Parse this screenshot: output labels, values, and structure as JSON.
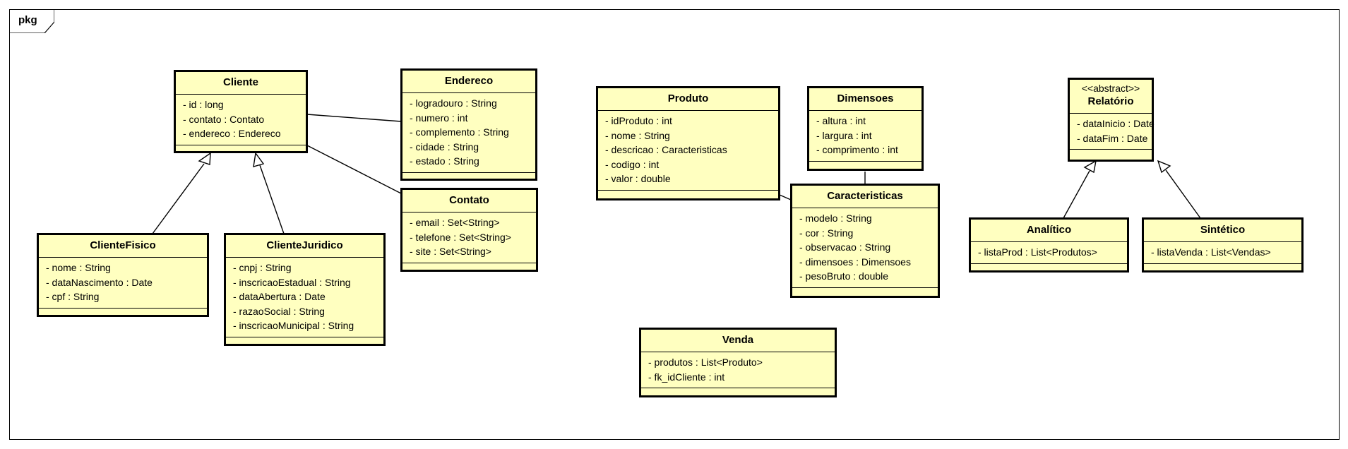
{
  "package": {
    "label": "pkg"
  },
  "classes": {
    "cliente": {
      "name": "Cliente",
      "attributes": [
        "- id : long",
        "- contato : Contato",
        "- endereco : Endereco"
      ]
    },
    "endereco": {
      "name": "Endereco",
      "attributes": [
        "- logradouro : String",
        "- numero : int",
        "- complemento : String",
        "- cidade : String",
        "- estado : String"
      ]
    },
    "contato": {
      "name": "Contato",
      "attributes": [
        "- email : Set<String>",
        "- telefone : Set<String>",
        "- site : Set<String>"
      ]
    },
    "clienteFisico": {
      "name": "ClienteFisico",
      "attributes": [
        "- nome : String",
        "- dataNascimento : Date",
        "- cpf : String"
      ]
    },
    "clienteJuridico": {
      "name": "ClienteJuridico",
      "attributes": [
        "- cnpj : String",
        "- inscricaoEstadual : String",
        "- dataAbertura : Date",
        "- razaoSocial : String",
        "- inscricaoMunicipal : String"
      ]
    },
    "produto": {
      "name": "Produto",
      "attributes": [
        "- idProduto : int",
        "- nome : String",
        "- descricao : Caracteristicas",
        "- codigo : int",
        "- valor : double"
      ]
    },
    "dimensoes": {
      "name": "Dimensoes",
      "attributes": [
        "- altura : int",
        "- largura : int",
        "- comprimento : int"
      ]
    },
    "caracteristicas": {
      "name": "Caracteristicas",
      "attributes": [
        "- modelo : String",
        "- cor : String",
        "- observacao : String",
        "- dimensoes : Dimensoes",
        "- pesoBruto : double"
      ]
    },
    "venda": {
      "name": "Venda",
      "attributes": [
        "- produtos : List<Produto>",
        "- fk_idCliente : int"
      ]
    },
    "relatorio": {
      "stereotype": "<<abstract>>",
      "name": "Relatório",
      "attributes": [
        "- dataInicio : Date",
        "- dataFim : Date"
      ]
    },
    "analitico": {
      "name": "Analítico",
      "attributes": [
        "- listaProd : List<Produtos>"
      ]
    },
    "sintetico": {
      "name": "Sintético",
      "attributes": [
        "- listaVenda : List<Vendas>"
      ]
    }
  },
  "relationships": [
    {
      "type": "association",
      "from": "Cliente",
      "to": "Endereco"
    },
    {
      "type": "association",
      "from": "Cliente",
      "to": "Contato"
    },
    {
      "type": "generalization",
      "from": "ClienteFisico",
      "to": "Cliente"
    },
    {
      "type": "generalization",
      "from": "ClienteJuridico",
      "to": "Cliente"
    },
    {
      "type": "association",
      "from": "Produto",
      "to": "Caracteristicas"
    },
    {
      "type": "association",
      "from": "Dimensoes",
      "to": "Caracteristicas"
    },
    {
      "type": "generalization",
      "from": "Analítico",
      "to": "Relatório"
    },
    {
      "type": "generalization",
      "from": "Sintético",
      "to": "Relatório"
    }
  ]
}
